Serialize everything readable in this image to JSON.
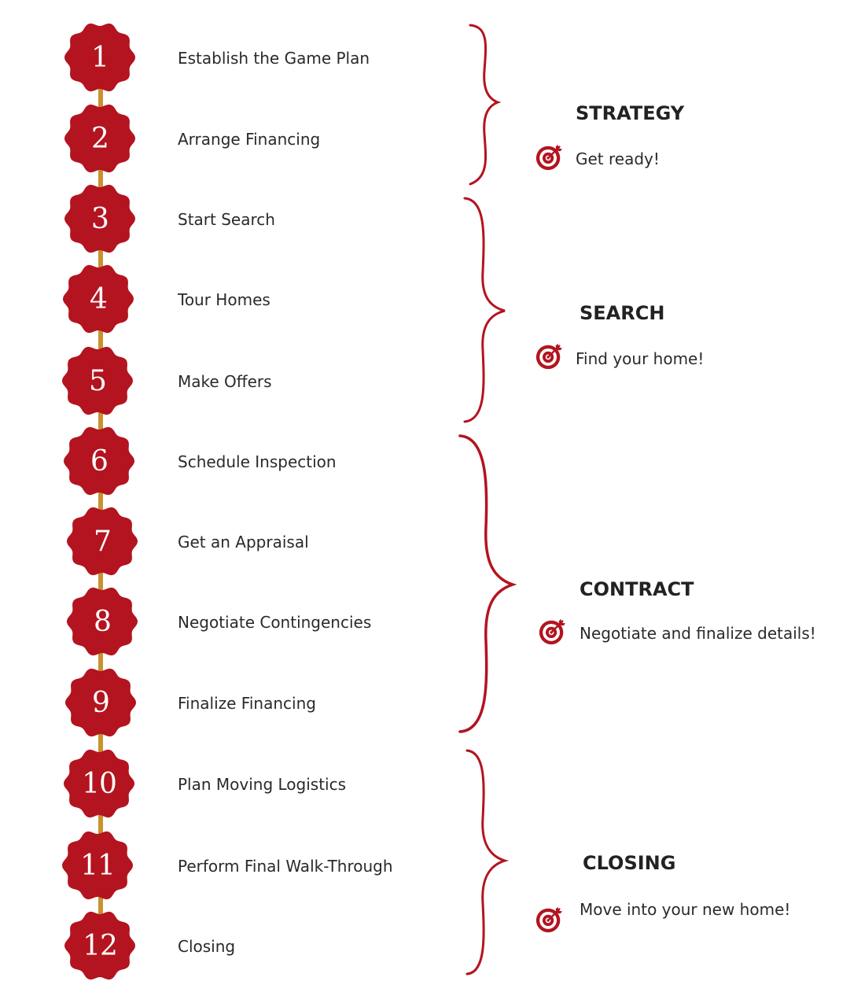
{
  "steps": [
    {
      "number": "1",
      "label": "Establish the Game Plan"
    },
    {
      "number": "2",
      "label": "Arrange Financing"
    },
    {
      "number": "3",
      "label": "Start Search"
    },
    {
      "number": "4",
      "label": "Tour Homes"
    },
    {
      "number": "5",
      "label": "Make Offers"
    },
    {
      "number": "6",
      "label": "Schedule Inspection"
    },
    {
      "number": "7",
      "label": "Get an Appraisal"
    },
    {
      "number": "8",
      "label": "Negotiate Contingencies"
    },
    {
      "number": "9",
      "label": "Finalize Financing"
    },
    {
      "number": "10",
      "label": "Plan Moving Logistics"
    },
    {
      "number": "11",
      "label": "Perform Final Walk-Through"
    },
    {
      "number": "12",
      "label": "Closing"
    }
  ],
  "phases": [
    {
      "title": "STRATEGY",
      "subtitle": "Get ready!",
      "icon": "target-icon"
    },
    {
      "title": "SEARCH",
      "subtitle": "Find your home!",
      "icon": "target-icon"
    },
    {
      "title": "CONTRACT",
      "subtitle": "Negotiate and finalize details!",
      "icon": "target-icon"
    },
    {
      "title": "CLOSING",
      "subtitle": "Move into your new home!",
      "icon": "target-icon"
    }
  ],
  "colors": {
    "badge": "#b3141f",
    "brace": "#b3141f",
    "connector": "#c9922e",
    "text": "#2a2a2a"
  }
}
